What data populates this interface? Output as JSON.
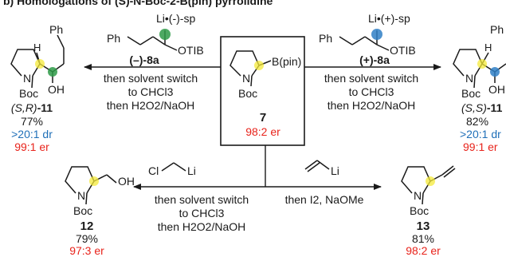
{
  "header": {
    "title": "b) Homologations of (S)-N-Boc-2-B(pin) pyrrolidine"
  },
  "colors": {
    "red": "#e8231b",
    "blue": "#1f6fb8",
    "yellow": "#f4ea3a",
    "green": "#2e9a48",
    "blue_dot": "#2f7fc6",
    "ink": "#1a1a1a"
  },
  "center": {
    "compound_number": "7",
    "er": "98:2 er",
    "labels": {
      "bpin": "B(pin)",
      "n": "N",
      "boc": "Boc"
    }
  },
  "reagents": {
    "left": {
      "label": "(–)-8a",
      "lithium": "Li•(-)-sp",
      "otib": "OTIB",
      "ph": "Ph"
    },
    "right": {
      "label": "(+)-8a",
      "lithium": "Li•(+)-sp",
      "otib": "OTIB",
      "ph": "Ph"
    },
    "bottom_left": {
      "cl": "Cl",
      "li": "Li"
    },
    "bottom_right": {
      "li": "Li"
    }
  },
  "conditions": {
    "left": [
      "then solvent switch",
      "to CHCl3",
      "then H2O2/NaOH"
    ],
    "right": [
      "then solvent switch",
      "to CHCl3",
      "then H2O2/NaOH"
    ],
    "bottom_left": [
      "then solvent switch",
      "to CHCl3",
      "then H2O2/NaOH"
    ],
    "bottom_right": [
      "then I2, NaOMe"
    ]
  },
  "products": {
    "p11a": {
      "stereo": "(S,R)",
      "number": "-11",
      "yield": "77%",
      "dr": ">20:1 dr",
      "er": "99:1 er",
      "labels": {
        "ph": "Ph",
        "h": "H",
        "n": "N",
        "boc": "Boc",
        "oh": "OH"
      }
    },
    "p11b": {
      "stereo": "(S,S)",
      "number": "-11",
      "yield": "82%",
      "dr": ">20:1 dr",
      "er": "99:1 er",
      "labels": {
        "ph": "Ph",
        "h": "H",
        "n": "N",
        "boc": "Boc",
        "oh": "OH"
      }
    },
    "p12": {
      "number": "12",
      "yield": "79%",
      "er": "97:3 er",
      "labels": {
        "n": "N",
        "boc": "Boc",
        "oh": "OH"
      }
    },
    "p13": {
      "number": "13",
      "yield": "81%",
      "er": "98:2 er",
      "labels": {
        "n": "N",
        "boc": "Boc"
      }
    }
  }
}
